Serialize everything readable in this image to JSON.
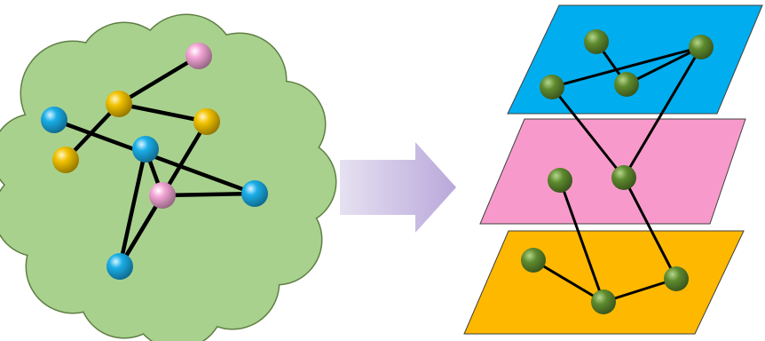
{
  "colors": {
    "cloud_fill": "#A9D18E",
    "cloud_stroke": "#5E7F43",
    "edge": "#000000",
    "node_pink": "#F4A6D6",
    "node_yellow": "#F2C200",
    "node_blue": "#1AAEE8",
    "node_green": "#5E8A2E",
    "layer_top": "#00AEEF",
    "layer_middle": "#F79ACB",
    "layer_bottom": "#FFB800",
    "layer_stroke": "#404040",
    "arrow_light": "#E6E1F2",
    "arrow_dark": "#B9A8DA"
  },
  "cloud_network": {
    "nodes": [
      {
        "id": "p1",
        "color": "pink"
      },
      {
        "id": "y1",
        "color": "yellow"
      },
      {
        "id": "y2",
        "color": "yellow"
      },
      {
        "id": "y3",
        "color": "yellow"
      },
      {
        "id": "b1",
        "color": "blue"
      },
      {
        "id": "b2",
        "color": "blue"
      },
      {
        "id": "p2",
        "color": "pink"
      },
      {
        "id": "b3",
        "color": "blue"
      },
      {
        "id": "b4",
        "color": "blue"
      }
    ],
    "edges": [
      [
        "p1",
        "y1"
      ],
      [
        "y1",
        "y2"
      ],
      [
        "y1",
        "y3"
      ],
      [
        "b1",
        "b3"
      ],
      [
        "b2",
        "p2"
      ],
      [
        "b2",
        "b4"
      ],
      [
        "y2",
        "b4"
      ],
      [
        "p2",
        "b3"
      ],
      [
        "p2",
        "b4"
      ]
    ]
  },
  "multilayer_network": {
    "layers": [
      "top",
      "middle",
      "bottom"
    ],
    "nodes": [
      {
        "id": "t1",
        "layer": "top"
      },
      {
        "id": "t2",
        "layer": "top"
      },
      {
        "id": "t3",
        "layer": "top"
      },
      {
        "id": "t4",
        "layer": "top"
      },
      {
        "id": "m1",
        "layer": "middle"
      },
      {
        "id": "m2",
        "layer": "middle"
      },
      {
        "id": "g1",
        "layer": "bottom"
      },
      {
        "id": "g2",
        "layer": "bottom"
      },
      {
        "id": "g3",
        "layer": "bottom"
      }
    ],
    "edges": [
      [
        "t1",
        "t3"
      ],
      [
        "t2",
        "t3"
      ],
      [
        "t2",
        "t4"
      ],
      [
        "t2",
        "m2"
      ],
      [
        "t4",
        "m2"
      ],
      [
        "m1",
        "g2"
      ],
      [
        "m2",
        "g3"
      ],
      [
        "g1",
        "g2"
      ],
      [
        "g2",
        "g3"
      ]
    ]
  }
}
